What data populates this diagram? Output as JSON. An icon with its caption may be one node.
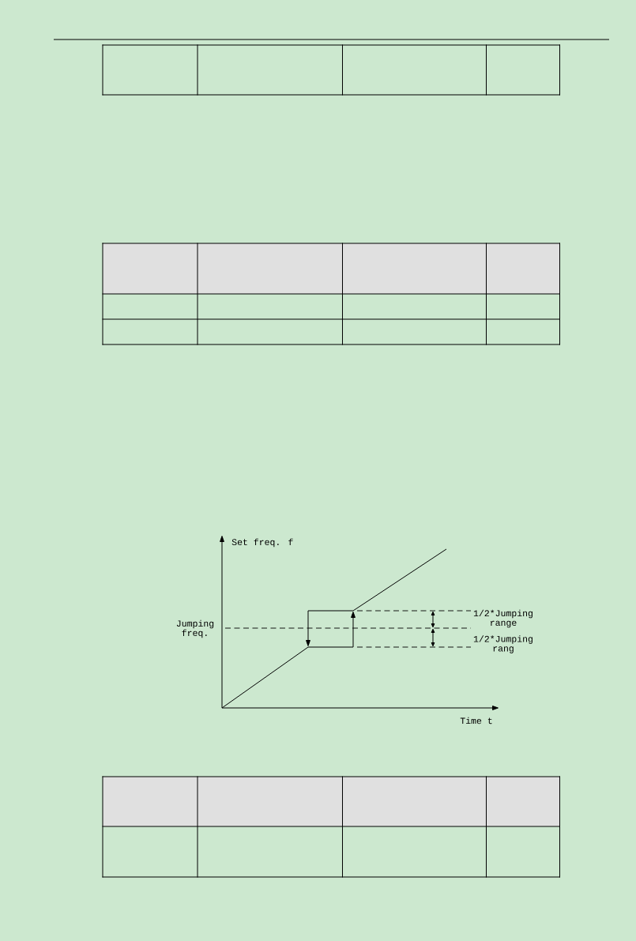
{
  "diagram": {
    "labels": [
      "Set freq. f",
      "Jumping freq.",
      "1/2*Jumping range",
      "1/2*Jumping rang",
      "Time t"
    ]
  }
}
